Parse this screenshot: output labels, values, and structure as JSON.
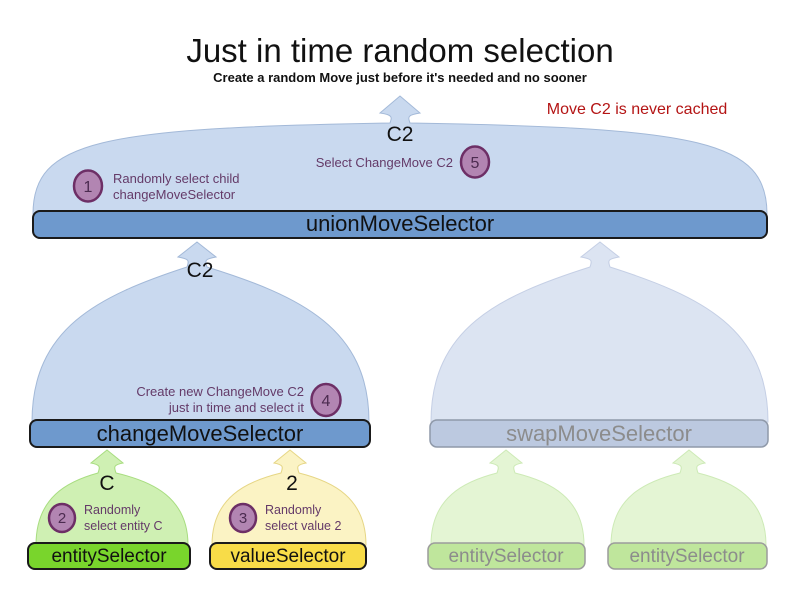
{
  "title": "Just in time random selection",
  "subtitle": "Create a random Move just before it's needed and no sooner",
  "callout": "Move C2 is never cached",
  "moves": {
    "union_output": "C2",
    "change_output": "C2",
    "entity_output": "C",
    "value_output": "2"
  },
  "selectors": {
    "union": "unionMoveSelector",
    "change": "changeMoveSelector",
    "swap": "swapMoveSelector",
    "entity": "entitySelector",
    "value": "valueSelector",
    "faded_entity_left": "entitySelector",
    "faded_entity_right": "entitySelector"
  },
  "steps": [
    {
      "num": "1",
      "lines": [
        "Randomly select child",
        "changeMoveSelector"
      ]
    },
    {
      "num": "2",
      "lines": [
        "Randomly",
        "select entity C"
      ]
    },
    {
      "num": "3",
      "lines": [
        "Randomly",
        "select value 2"
      ]
    },
    {
      "num": "4",
      "lines": [
        "Create new ChangeMove C2",
        "just in time and select it"
      ]
    },
    {
      "num": "5",
      "lines": [
        "Select ChangeMove C2"
      ]
    }
  ],
  "colors": {
    "callout_red": "#B41414",
    "dome_blue": "#C9D9EF",
    "bar_blue": "#6E99CD",
    "faded_dome_blue": "#DCE4F2",
    "faded_bar_blue": "#BCC9E0",
    "dome_green": "#CFF0B3",
    "bar_green": "#79D52C",
    "faded_dome_green": "#E4F5D4",
    "faded_bar_green": "#BFE69C",
    "dome_yellow": "#FBF3C4",
    "bar_yellow": "#F8DC48",
    "step_circle_fill": "#B285B2",
    "step_circle_border": "#6D2F66",
    "step_text_purple": "#643A68"
  }
}
